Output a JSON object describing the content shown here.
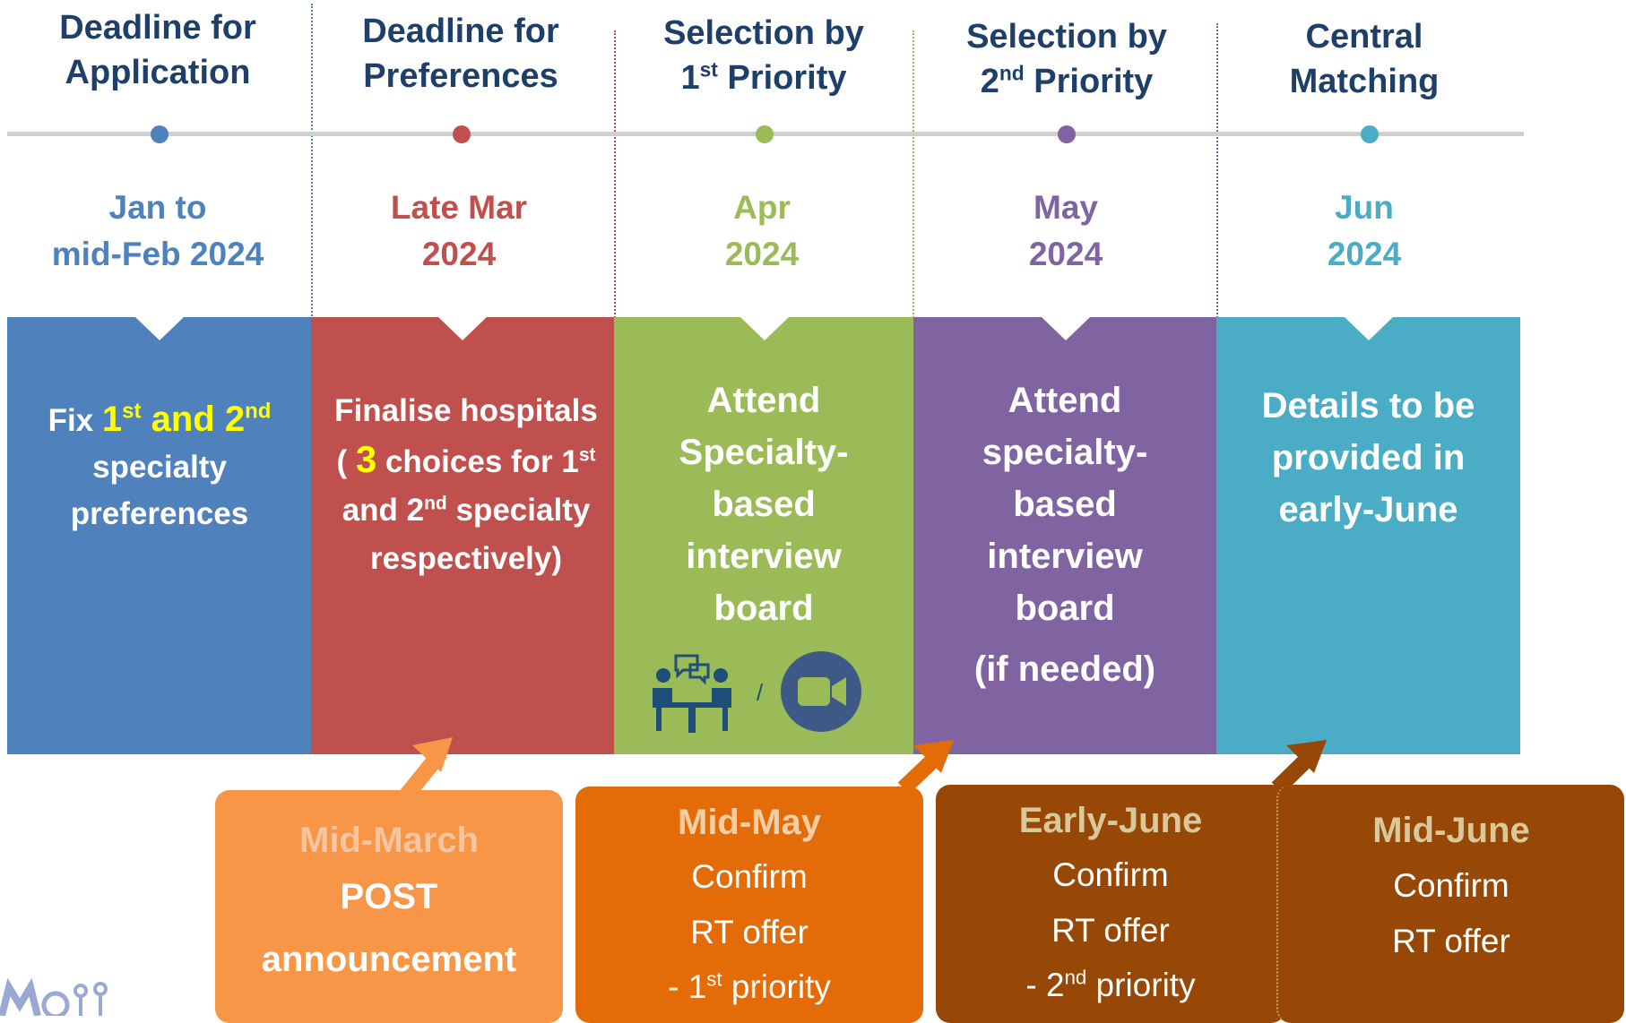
{
  "colors": {
    "blue": "#4f81bd",
    "red": "#c0504d",
    "green": "#9bbb59",
    "purple": "#8064a2",
    "teal": "#4bacc6",
    "header_text": "#1f3f6b",
    "callout_light_orange": "#f79646",
    "callout_orange": "#e36c09",
    "callout_brown": "#974806",
    "callout_title_tan": "#d9c99a"
  },
  "stages": [
    {
      "header": [
        "Deadline for",
        "Application"
      ],
      "date": [
        "Jan to",
        "mid-Feb 2024"
      ],
      "body": {
        "fix": "Fix",
        "n1": "1",
        "sup1": "st",
        "and": "and",
        "n2": "2",
        "sup2": "nd",
        "line2": "specialty",
        "line3": "preferences"
      }
    },
    {
      "header": [
        "Deadline for",
        "Preferences"
      ],
      "date": [
        "Late Mar",
        "2024"
      ],
      "body": {
        "line1": "Finalise hospitals",
        "open": "(",
        "num": "3",
        "choices": "choices for 1",
        "sup1": "st",
        "and": "and 2",
        "sup2": "nd",
        "specialty": "specialty",
        "line4": "respectively)"
      }
    },
    {
      "header": [
        "Selection by",
        "1",
        "st",
        "Priority"
      ],
      "date": [
        "Apr",
        "2024"
      ],
      "body": {
        "lines": [
          "Attend",
          "Specialty-",
          "based",
          "interview",
          "board"
        ],
        "sep": "/"
      }
    },
    {
      "header": [
        "Selection by",
        "2",
        "nd",
        "Priority"
      ],
      "date": [
        "May",
        "2024"
      ],
      "body": {
        "lines": [
          "Attend",
          "specialty-",
          "based",
          "interview",
          "board"
        ],
        "extra": "(if needed)"
      }
    },
    {
      "header": [
        "Central",
        "Matching"
      ],
      "date": [
        "Jun",
        "2024"
      ],
      "body": {
        "lines": [
          "Details to be",
          "provided in",
          "early-June"
        ]
      }
    }
  ],
  "callouts": [
    {
      "title": "Mid-March",
      "lines": [
        "POST",
        "announcement"
      ]
    },
    {
      "title": "Mid-May",
      "lines": [
        "Confirm",
        "RT offer"
      ],
      "prio": "-  1",
      "prio_sup": "st",
      "prio_end": " priority"
    },
    {
      "title": "Early-June",
      "lines": [
        "Confirm",
        "RT offer"
      ],
      "prio": "- 2",
      "prio_sup": "nd",
      "prio_end": "  priority"
    },
    {
      "title": "Mid-June",
      "lines": [
        "Confirm",
        "RT offer"
      ]
    }
  ]
}
